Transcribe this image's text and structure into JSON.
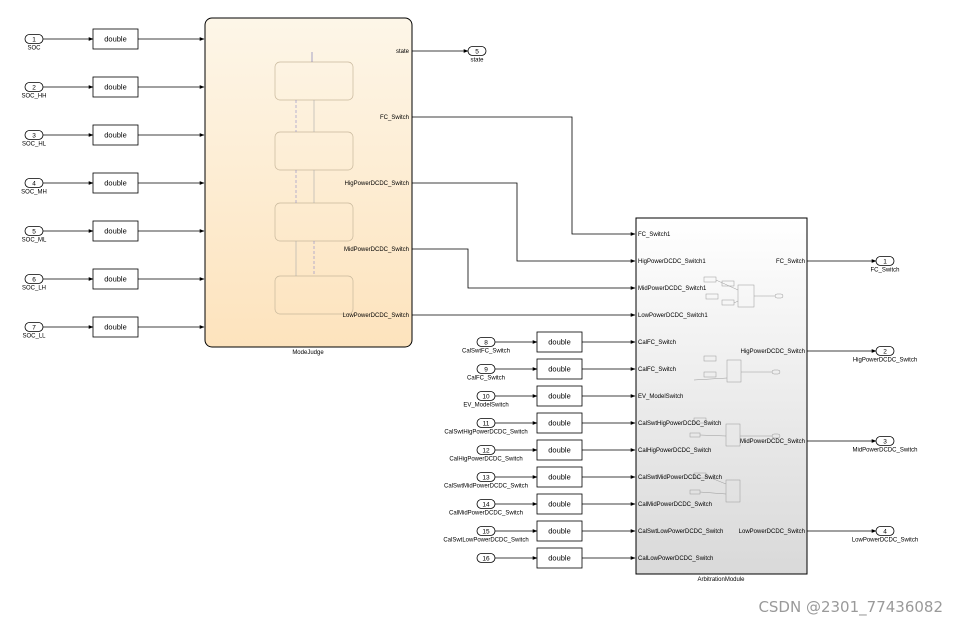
{
  "inports_left": [
    {
      "num": "1",
      "name": "SOC",
      "conv": "double",
      "port": "SOC"
    },
    {
      "num": "2",
      "name": "SOC_HH",
      "conv": "double",
      "port": "SOC_HH"
    },
    {
      "num": "3",
      "name": "SOC_HL",
      "conv": "double",
      "port": "SOC_HL"
    },
    {
      "num": "4",
      "name": "SOC_MH",
      "conv": "double",
      "port": "SOC_MH"
    },
    {
      "num": "5",
      "name": "SOC_ML",
      "conv": "double",
      "port": "SOC_ML"
    },
    {
      "num": "6",
      "name": "SOC_LH",
      "conv": "double",
      "port": "SOC_LH"
    },
    {
      "num": "7",
      "name": "SOC_LL",
      "conv": "double",
      "port": "SOC_LL"
    }
  ],
  "mode_judge": {
    "name": "ModeJudge",
    "outputs": [
      "state",
      "FC_Switch",
      "HigPowerDCDC_Switch",
      "MidPowerDCDC_Switch",
      "LowPowerDCDC_Switch"
    ]
  },
  "state_outport": {
    "num": "5",
    "name": "state"
  },
  "arbitration": {
    "name": "ArbitrationModule",
    "inputs": [
      "FC_Switch1",
      "HigPowerDCDC_Switch1",
      "MidPowerDCDC_Switch1",
      "LowPowerDCDC_Switch1",
      "CalFC_Switch",
      "CalFC_Switch",
      "EV_ModelSwitch",
      "CalSwtHigPowerDCDC_Switch",
      "CalHigPowerDCDC_Switch",
      "CalSwtMidPowerDCDC_Switch",
      "CalMidPowerDCDC_Switch",
      "CalSwtLowPowerDCDC_Switch",
      "CalLowPowerDCDC_Switch"
    ],
    "outputs": [
      "FC_Switch",
      "HigPowerDCDC_Switch",
      "MidPowerDCDC_Switch",
      "LowPowerDCDC_Switch"
    ]
  },
  "inports_bottom": [
    {
      "num": "8",
      "name": "CalSwtFC_Switch",
      "conv": "double"
    },
    {
      "num": "9",
      "name": "CalFC_Switch",
      "conv": "double"
    },
    {
      "num": "10",
      "name": "EV_ModelSwitch",
      "conv": "double"
    },
    {
      "num": "11",
      "name": "CalSwtHigPowerDCDC_Switch",
      "conv": "double"
    },
    {
      "num": "12",
      "name": "CalHigPowerDCDC_Switch",
      "conv": "double"
    },
    {
      "num": "13",
      "name": "CalSwtMidPowerDCDC_Switch",
      "conv": "double"
    },
    {
      "num": "14",
      "name": "CalMidPowerDCDC_Switch",
      "conv": "double"
    },
    {
      "num": "15",
      "name": "CalSwtLowPowerDCDC_Switch",
      "conv": "double"
    },
    {
      "num": "16",
      "name": "",
      "conv": "double"
    }
  ],
  "outports_right": [
    {
      "num": "1",
      "name": "FC_Switch"
    },
    {
      "num": "2",
      "name": "HigPowerDCDC_Switch"
    },
    {
      "num": "3",
      "name": "MidPowerDCDC_Switch"
    },
    {
      "num": "4",
      "name": "LowPowerDCDC_Switch"
    }
  ],
  "watermark": "CSDN @2301_77436082",
  "colors": {
    "stateflow_fill_top": "#fdf3e0",
    "stateflow_fill_bottom": "#fde6c4",
    "subsystem_fill_top": "#ffffff",
    "subsystem_fill_bottom": "#dedede"
  }
}
